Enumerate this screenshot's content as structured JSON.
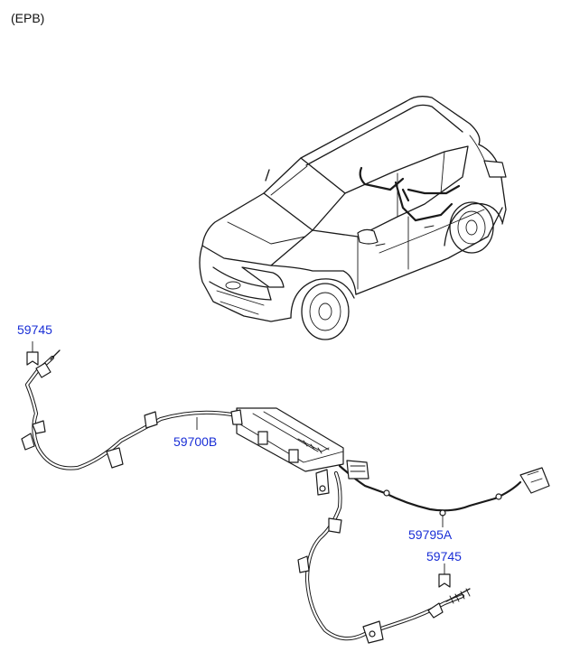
{
  "diagram": {
    "title": "(EPB)",
    "parts": [
      {
        "id": "clip-upper-left",
        "number": "59745"
      },
      {
        "id": "epb-actuator-cable",
        "number": "59700B"
      },
      {
        "id": "wiring-harness",
        "number": "59795A"
      },
      {
        "id": "clip-lower-right",
        "number": "59745"
      }
    ]
  }
}
